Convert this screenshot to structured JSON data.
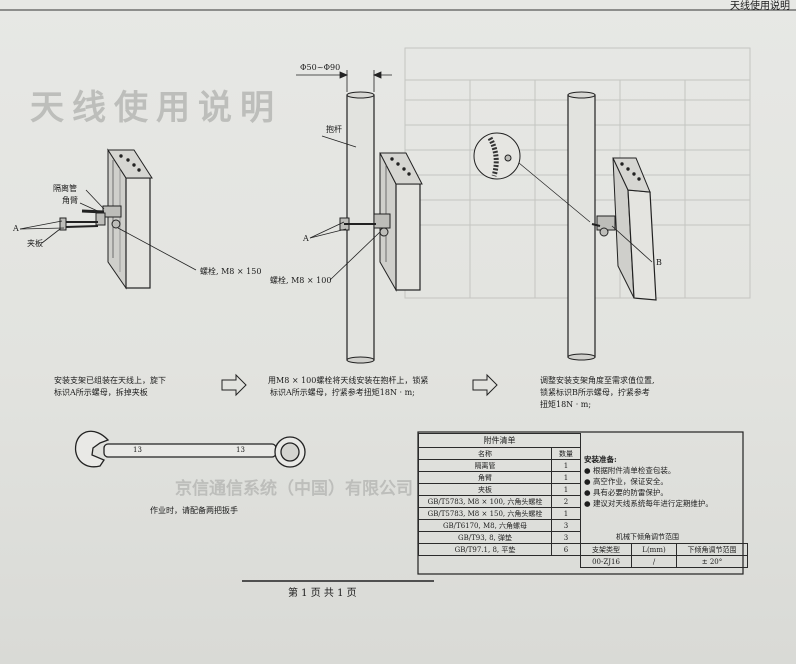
{
  "header": {
    "title": "天线使用说明"
  },
  "ghost": {
    "title": "天线使用说明",
    "company": "京信通信系统（中国）有限公司"
  },
  "labels": {
    "spacer_pipe": "隔离管",
    "angle_arm": "角臂",
    "clamp": "夹板",
    "point_a": "A",
    "point_b": "B",
    "bolt_m8x150": "螺栓, M8 × 150",
    "bolt_m8x100": "螺栓, M8 × 100",
    "mast": "抱杆",
    "diameter": "Φ50~Φ90",
    "wrench_size": "13"
  },
  "steps": [
    {
      "line1": "安装支架已组装在天线上，旋下",
      "line2": "标识A所示螺母，拆掉夹板"
    },
    {
      "line1": "用M8 × 100螺栓将天线安装在抱杆上，锁紧",
      "line2": "标识A所示螺母，拧紧参考扭矩18N · m;"
    },
    {
      "line1": "调整安装支架角度至需求值位置,",
      "line2": "锁紧标识B所示螺母，拧紧参考",
      "line3": "扭矩18N · m;"
    }
  ],
  "arrows": [
    "⇨",
    "⇨"
  ],
  "wrench_note": "作业时，请配备两把扳手",
  "accessories": {
    "title": "附件清单",
    "col_name": "名称",
    "col_qty": "数量",
    "rows": [
      {
        "name": "隔离管",
        "qty": "1"
      },
      {
        "name": "角臂",
        "qty": "1"
      },
      {
        "name": "夹板",
        "qty": "1"
      },
      {
        "name": "GB/T5783, M8 × 100, 六角头螺栓",
        "qty": "2"
      },
      {
        "name": "GB/T5783, M8 × 150, 六角头螺栓",
        "qty": "1"
      },
      {
        "name": "GB/T6170, M8, 六角螺母",
        "qty": "3"
      },
      {
        "name": "GB/T93, 8, 弹垫",
        "qty": "3"
      },
      {
        "name": "GB/T97.1, 8, 平垫",
        "qty": "6"
      }
    ]
  },
  "preparation": {
    "title": "安装准备:",
    "items": [
      "根据附件清单检查包装。",
      "高空作业，保证安全。",
      "具有必要的防雷保护。",
      "建议对天线系统每年进行定期维护。"
    ]
  },
  "tilt_table": {
    "title": "机械下倾角调节范围",
    "headers": [
      "支架类型",
      "L(mm)",
      "下倾角调节范围"
    ],
    "row": [
      "00-ZJ16",
      "/",
      "± 20°"
    ]
  },
  "footer": {
    "page": "第 1 页 共 1 页"
  }
}
